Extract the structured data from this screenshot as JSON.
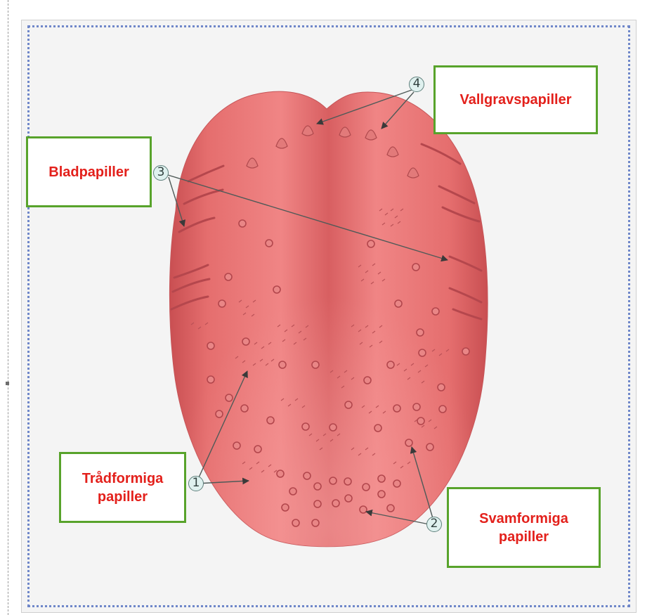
{
  "labels": {
    "vallgrav": "Vallgravspapiller",
    "blad": "Bladpapiller",
    "tradformiga_line1": "Trådformiga",
    "tradformiga_line2": "papiller",
    "svamformiga_line1": "Svamformiga",
    "svamformiga_line2": "papiller"
  },
  "markers": {
    "m1": "1",
    "m2": "2",
    "m3": "3",
    "m4": "4"
  },
  "colors": {
    "label_text": "#e3201b",
    "label_border": "#58a32b",
    "tongue": "#e26b6b",
    "frame_dots": "#6f87c9"
  }
}
